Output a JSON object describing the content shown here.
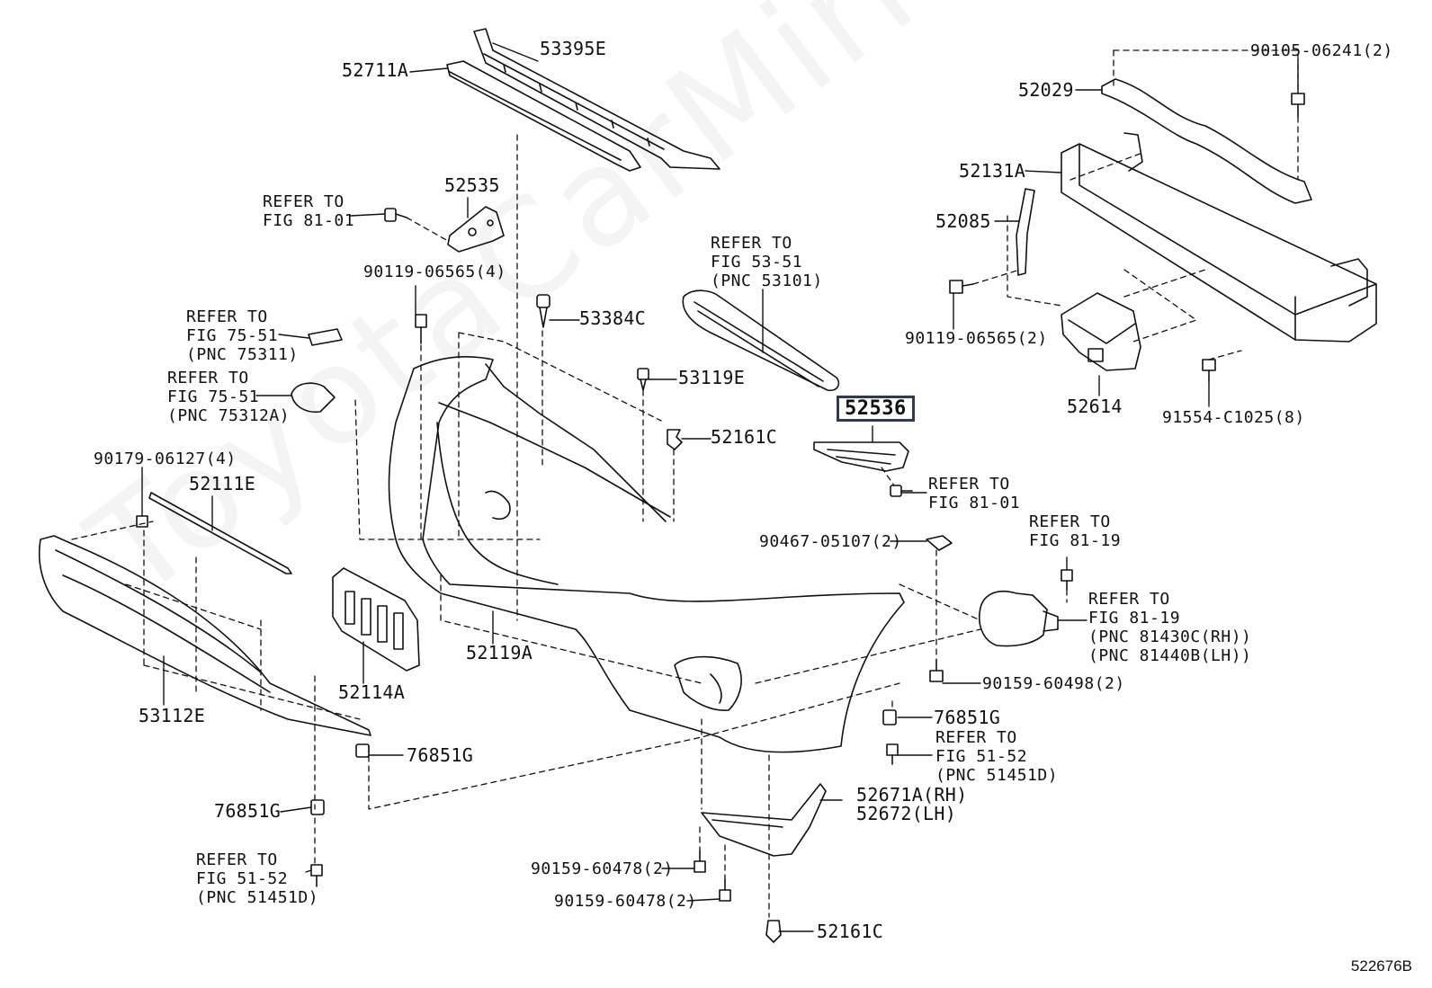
{
  "watermark": "ToyotaCarMirror.ru",
  "figure_id": "522676B",
  "highlighted": "52536",
  "labels": {
    "p52711A": "52711A",
    "p53395E": "53395E",
    "p52535": "52535",
    "ref81_01a_1": "REFER TO",
    "ref81_01a_2": "FIG 81-01",
    "p90119_4": "90119-06565(4)",
    "p53384C": "53384C",
    "ref75_1_1": "REFER TO",
    "ref75_1_2": "FIG 75-51",
    "ref75_1_3": "(PNC 75311)",
    "ref75_2_1": "REFER TO",
    "ref75_2_2": "FIG 75-51",
    "ref75_2_3": "(PNC 75312A)",
    "p53119E": "53119E",
    "p52161C_top": "52161C",
    "ref53_1": "REFER TO",
    "ref53_2": "FIG 53-51",
    "ref53_3": "(PNC 53101)",
    "p52536": "52536",
    "ref81_01b_1": "REFER TO",
    "ref81_01b_2": "FIG 81-01",
    "p90105": "90105-06241(2)",
    "p52029": "52029",
    "p52131A": "52131A",
    "p52085": "52085",
    "p90119_2": "90119-06565(2)",
    "p52614": "52614",
    "p91554": "91554-C1025(8)",
    "p90179": "90179-06127(4)",
    "p52111E": "52111E",
    "p52114A": "52114A",
    "p52119A": "52119A",
    "p53112E": "53112E",
    "p76851G_a": "76851G",
    "p76851G_b": "76851G",
    "p76851G_c": "76851G",
    "ref51_a_1": "REFER TO",
    "ref51_a_2": "FIG 51-52",
    "ref51_a_3": "(PNC 51451D)",
    "ref51_b_1": "REFER TO",
    "ref51_b_2": "FIG 51-52",
    "ref51_b_3": "(PNC 51451D)",
    "p90467": "90467-05107(2)",
    "ref81_19a_1": "REFER TO",
    "ref81_19a_2": "FIG 81-19",
    "ref81_19b_1": "REFER TO",
    "ref81_19b_2": "FIG 81-19",
    "ref81_19b_3": "(PNC 81430C(RH))",
    "ref81_19b_4": "(PNC 81440B(LH))",
    "p90159_498": "90159-60498(2)",
    "p52671A": "52671A(RH)",
    "p52672": "52672(LH)",
    "p90159_478a": "90159-60478(2)",
    "p90159_478b": "90159-60478(2)",
    "p52161C_bot": "52161C"
  },
  "colors": {
    "line": "#111111",
    "highlight_border": "#2a3a5a",
    "watermark": "rgba(0,0,0,0.045)"
  }
}
